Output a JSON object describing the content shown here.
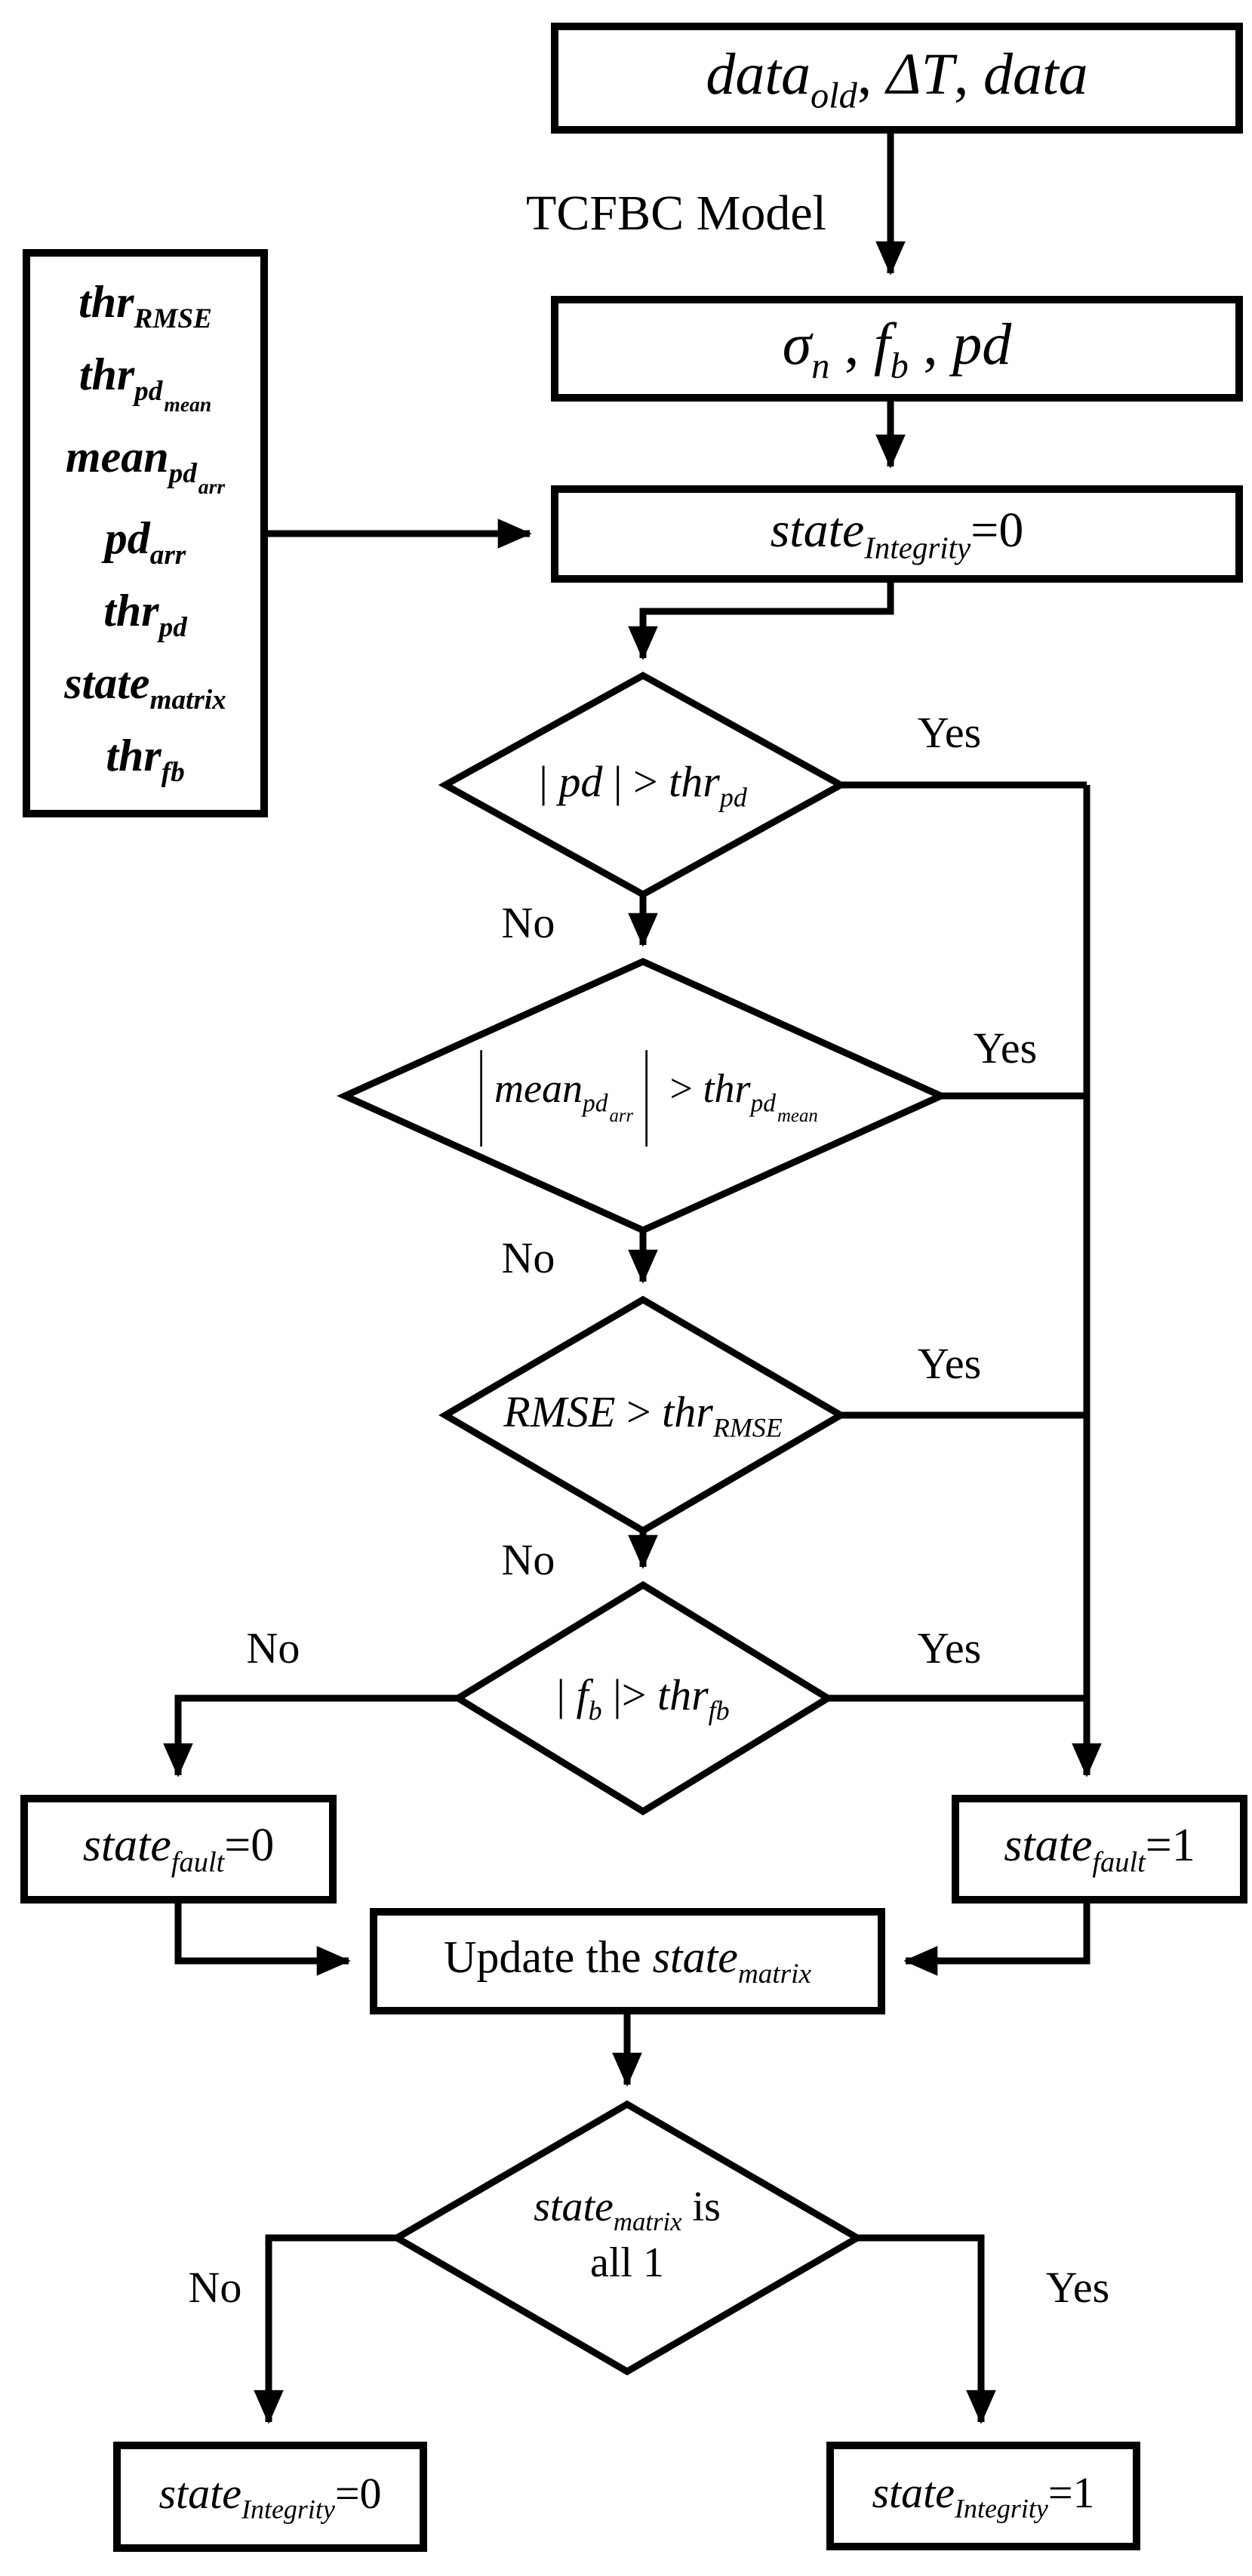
{
  "labels": {
    "tcfbc": "TCFBC Model",
    "yes": "Yes",
    "no": "No"
  },
  "colors": {
    "line": "#000000",
    "background": "#ffffff"
  },
  "nodes": {
    "input": {
      "a": "data",
      "b": "old",
      "c": ", ",
      "d": "ΔT",
      "e": ", ",
      "f": "data"
    },
    "sigma": {
      "a": "σ",
      "b": "n",
      "c": " , ",
      "d": "f",
      "e": "b",
      "f": " , ",
      "g": "pd"
    },
    "init": {
      "a": "state",
      "b": "Integrity",
      "c": "=0"
    },
    "d1": {
      "a": "| ",
      "b": "pd",
      "c": " | > ",
      "d": "thr",
      "e": "pd"
    },
    "d2": {
      "bar": "|",
      "a": "mean",
      "s": "pd",
      "s2": "arr",
      "c": " > ",
      "d": "thr",
      "e": "pd",
      "e2": "mean"
    },
    "d3": {
      "a": "RMSE",
      "b": " > ",
      "c": "thr",
      "d": "RMSE"
    },
    "d4": {
      "a": "| ",
      "b": "f",
      "c": "b",
      "d": " |> ",
      "e": "thr",
      "f": "fb"
    },
    "d5": {
      "a": "state",
      "b": "matrix",
      "c": " is",
      "d": "all 1"
    },
    "update": {
      "a": "Update the ",
      "b": "state",
      "c": "matrix"
    },
    "fault0": {
      "a": "state",
      "b": "fault",
      "c": "=0"
    },
    "fault1": {
      "a": "state",
      "b": "fault",
      "c": "=1"
    },
    "integrity0": {
      "a": "state",
      "b": "Integrity",
      "c": "=0"
    },
    "integrity1": {
      "a": "state",
      "b": "Integrity",
      "c": "=1"
    }
  },
  "params": {
    "items": [
      {
        "m": "thr",
        "s": "RMSE",
        "s2": ""
      },
      {
        "m": "thr",
        "s": "pd",
        "s2": "mean"
      },
      {
        "m": "mean",
        "s": "pd",
        "s2": "arr"
      },
      {
        "m": "pd",
        "s": "arr",
        "s2": ""
      },
      {
        "m": "thr",
        "s": "pd",
        "s2": ""
      },
      {
        "m": "state",
        "s": "matrix",
        "s2": ""
      },
      {
        "m": "thr",
        "s": "fb",
        "s2": ""
      }
    ]
  }
}
